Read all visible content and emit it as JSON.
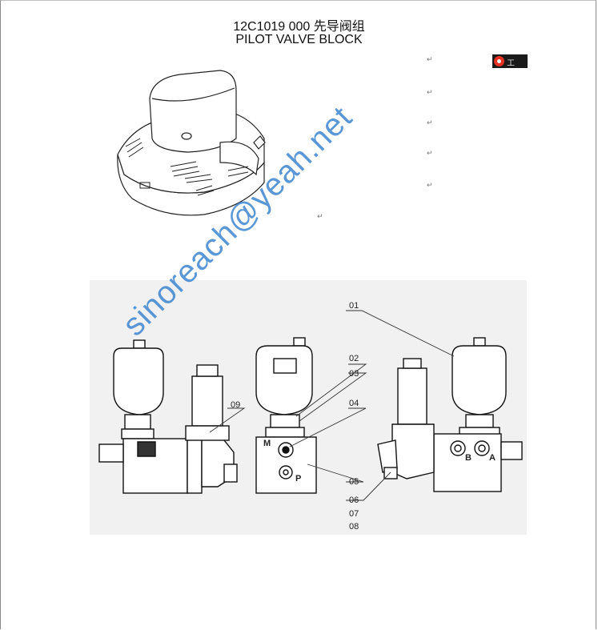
{
  "document": {
    "title_line1": "12C1019 000  先导阀组",
    "title_line2": "PILOT VALVE BLOCK",
    "return_mark": "↵"
  },
  "badge": {
    "text": "工"
  },
  "diagram": {
    "callouts": [
      "01",
      "02",
      "03",
      "04",
      "05",
      "06",
      "07",
      "08",
      "09"
    ],
    "port_labels": {
      "m": "M",
      "p": "P",
      "a": "A",
      "b": "B"
    }
  },
  "watermark": {
    "text": "sinoreach@yeah.net"
  },
  "colors": {
    "watermark": "#3d86cf",
    "badge_logo": "#e63222",
    "diagram_bg": "#f1f1f1"
  }
}
